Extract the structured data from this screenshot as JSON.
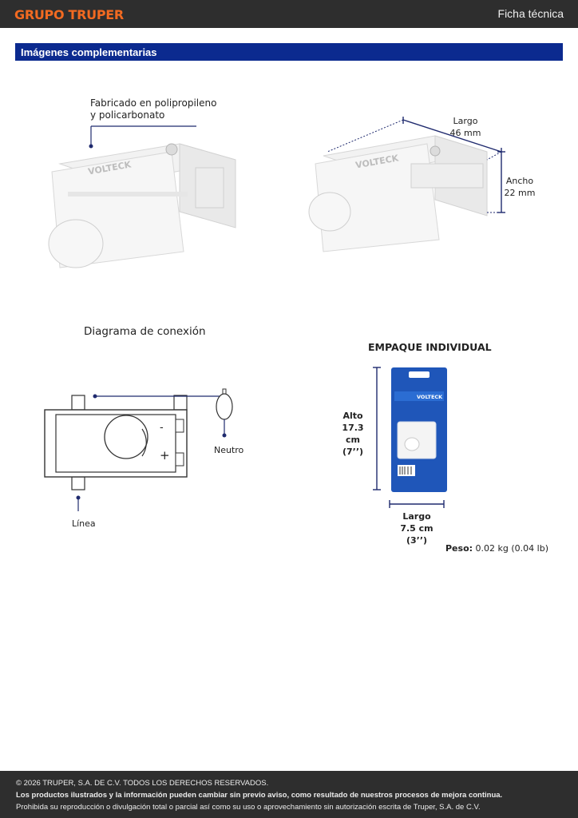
{
  "header": {
    "brand": "GRUPO TRUPER",
    "doc_title": "Ficha técnica"
  },
  "section": {
    "title": "Imágenes complementarias"
  },
  "product": {
    "material_line1": "Fabricado en polipropileno",
    "material_line2": "y policarbonato",
    "brand_mark": "VOLTECK",
    "length_label": "Largo",
    "length_value": "46 mm",
    "width_label": "Ancho",
    "width_value": "22 mm"
  },
  "diagram": {
    "title": "Diagrama de conexión",
    "neutral_label": "Neutro",
    "line_label": "Línea",
    "minus_sign": "-",
    "plus_sign": "+"
  },
  "package": {
    "title": "EMPAQUE INDIVIDUAL",
    "height_label": "Alto",
    "height_cm": "17.3 cm",
    "height_in": "(7’’)",
    "length_label": "Largo",
    "length_cm": "7.5 cm",
    "length_in": "(3’’)",
    "weight_label": "Peso:",
    "weight_value": "0.02 kg (0.04 lb)"
  },
  "footer": {
    "copyright": "© 2026 TRUPER, S.A. DE C.V. TODOS LOS DERECHOS RESERVADOS.",
    "notice": "Los productos ilustrados y la información pueden cambiar sin previo aviso, como resultado de nuestros procesos de mejora continua.",
    "prohibition": "Prohibida su reproducción o divulgación total o parcial así como su uso o aprovechamiento sin autorización escrita de Truper, S.A. de C.V."
  },
  "colors": {
    "brand_orange": "#f26a21",
    "section_blue": "#0b2a8f",
    "dark_bar": "#2e2e2e",
    "leader_navy": "#1f2a6e"
  }
}
